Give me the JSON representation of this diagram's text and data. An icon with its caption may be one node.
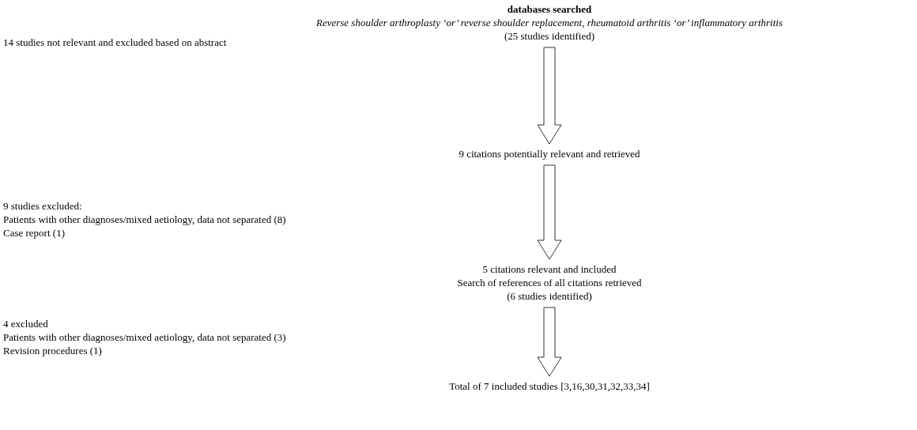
{
  "diagram": {
    "nodes": [
      {
        "text": [
          "databases searched",
          "Reverse shoulder arthroplasty ‘or’ reverse shoulder replacement, rheumatoid arthritis ‘or’ inflammatory arthritis",
          "(25 studies identified)"
        ]
      },
      {
        "text": [
          "9 citations potentially relevant and retrieved"
        ]
      },
      {
        "text": [
          "5 citations relevant and included",
          "Search of references of all citations retrieved",
          "(6 studies identified)"
        ]
      },
      {
        "text": [
          "Total of 7 included studies [3,16,30,31,32,33,34]"
        ]
      }
    ],
    "edges": [
      {
        "from": 0,
        "to": 1,
        "arrow": "to"
      },
      {
        "from": 1,
        "to": 2,
        "arrow": "to"
      },
      {
        "from": 2,
        "to": 3,
        "arrow": "to"
      }
    ],
    "labels": [
      "14 studies not relevant and excluded based on abstract",
      "9 studies excluded:",
      "Patients with other diagnoses/mixed aetiology, data not separated (8)",
      "Case report (1)",
      "4 excluded",
      "Patients with other diagnoses/mixed aetiology, data not separated (3)",
      "Revision procedures (1)"
    ]
  }
}
